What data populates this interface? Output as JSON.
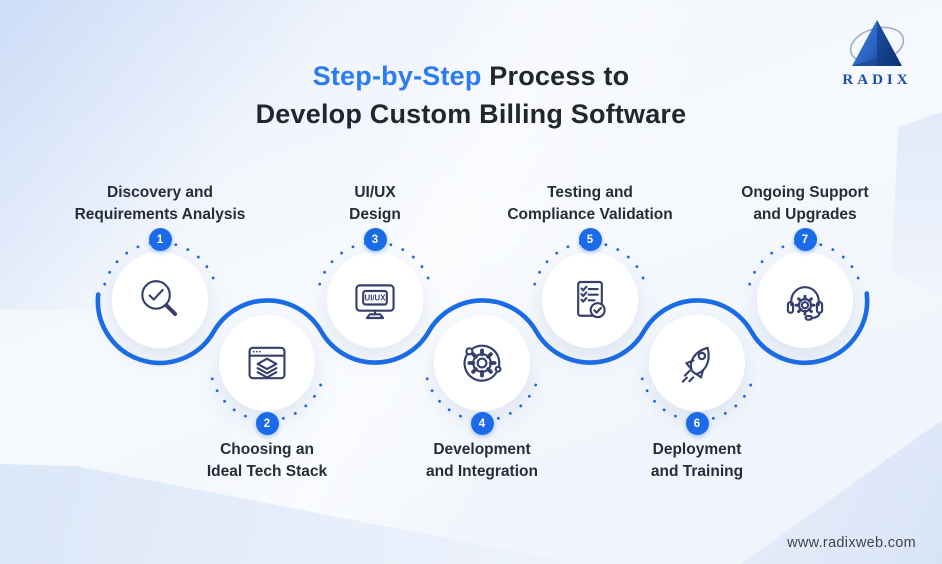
{
  "page": {
    "title_highlight": "Step-by-Step",
    "title_rest": " Process to",
    "title_line2": "Develop Custom Billing Software"
  },
  "brand": {
    "name": "RADIX",
    "website": "www.radixweb.com"
  },
  "steps": [
    {
      "number": "1",
      "label_line1": "Discovery and",
      "label_line2": "Requirements Analysis",
      "icon": "magnifier-check-icon",
      "row": "top"
    },
    {
      "number": "2",
      "label_line1": "Choosing an",
      "label_line2": "Ideal Tech Stack",
      "icon": "browser-tech-stack-icon",
      "row": "bottom"
    },
    {
      "number": "3",
      "label_line1": "UI/UX",
      "label_line2": "Design",
      "icon": "uiux-monitor-icon",
      "icon_text": "UI/UX",
      "row": "top"
    },
    {
      "number": "4",
      "label_line1": "Development",
      "label_line2": "and Integration",
      "icon": "gear-integration-icon",
      "row": "bottom"
    },
    {
      "number": "5",
      "label_line1": "Testing and",
      "label_line2": "Compliance Validation",
      "icon": "checklist-document-icon",
      "row": "top"
    },
    {
      "number": "6",
      "label_line1": "Deployment",
      "label_line2": "and Training",
      "icon": "rocket-icon",
      "row": "bottom"
    },
    {
      "number": "7",
      "label_line1": "Ongoing Support",
      "label_line2": "and Upgrades",
      "icon": "headset-support-icon",
      "row": "top"
    }
  ],
  "colors": {
    "accent_blue": "#2B7CF2",
    "title_dark": "#23262E",
    "wave_blue": "#1A6CE6",
    "badge_blue": "#1B6BE8",
    "dot_blue": "#2466DB",
    "icon_stroke": "#35406D",
    "label_text": "#272C39",
    "background": "#F4F7FC"
  }
}
